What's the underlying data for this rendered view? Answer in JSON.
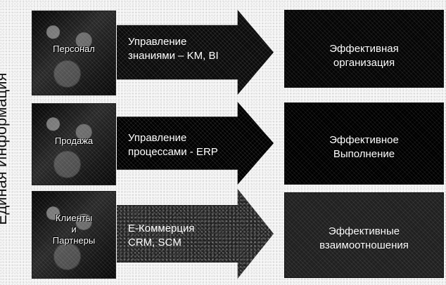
{
  "diagram": {
    "vertical_label": "Единая Информация",
    "rows": [
      {
        "photo_label": [
          "Персонал"
        ],
        "arrow_text": [
          "Управление",
          "знаниями – KM, BI"
        ],
        "result_text": [
          "Эффективная",
          "организация"
        ]
      },
      {
        "photo_label": [
          "Продажа"
        ],
        "arrow_text": [
          "Управление",
          "процессами - ERP"
        ],
        "result_text": [
          "Эффективное",
          "Выполнение"
        ]
      },
      {
        "photo_label": [
          "Клиенты",
          "и",
          "Партнеры"
        ],
        "arrow_text": [
          "E-Коммерция",
          "CRM, SCM"
        ],
        "result_text": [
          "Эффективные",
          "взаимоотношения"
        ]
      }
    ]
  }
}
